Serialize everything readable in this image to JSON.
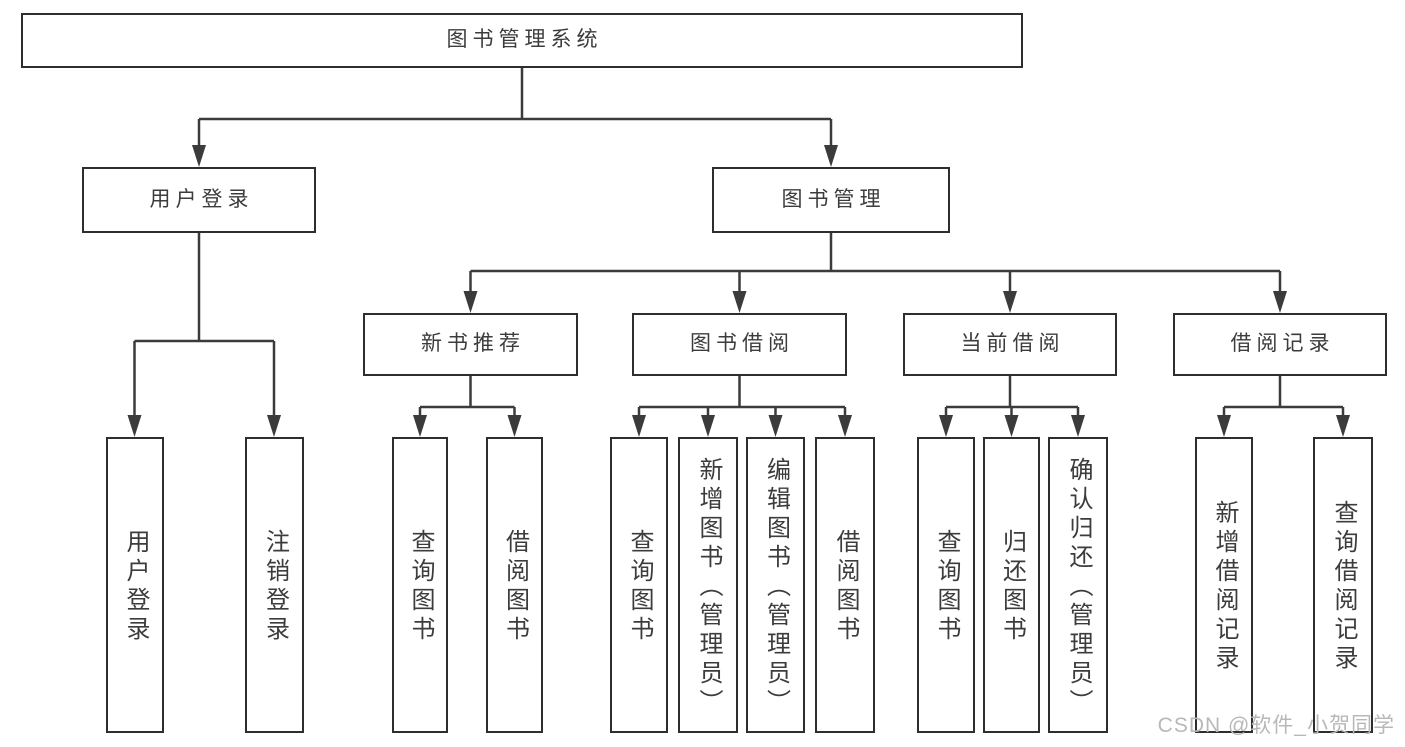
{
  "colors": {
    "background": "#ffffff",
    "border": "#2e2e2e",
    "line": "#3b3b3b",
    "text": "#3c3c3c",
    "watermark": "#b8b8b8"
  },
  "watermark": {
    "text": "CSDN @软件_小贺同学"
  },
  "tree": {
    "root": {
      "label": "图书管理系统"
    },
    "branches": [
      {
        "label": "用户登录",
        "leaves": [
          {
            "label": "用户登录"
          },
          {
            "label": "注销登录"
          }
        ]
      },
      {
        "label": "图书管理",
        "children": [
          {
            "label": "新书推荐",
            "leaves": [
              {
                "label": "查询图书"
              },
              {
                "label": "借阅图书"
              }
            ]
          },
          {
            "label": "图书借阅",
            "leaves": [
              {
                "label": "查询图书"
              },
              {
                "label": "新增图书（管理员）"
              },
              {
                "label": "编辑图书（管理员）"
              },
              {
                "label": "借阅图书"
              }
            ]
          },
          {
            "label": "当前借阅",
            "leaves": [
              {
                "label": "查询图书"
              },
              {
                "label": "归还图书"
              },
              {
                "label": "确认归还（管理员）"
              }
            ]
          },
          {
            "label": "借阅记录",
            "leaves": [
              {
                "label": "新增借阅记录"
              },
              {
                "label": "查询借阅记录"
              }
            ]
          }
        ]
      }
    ]
  }
}
